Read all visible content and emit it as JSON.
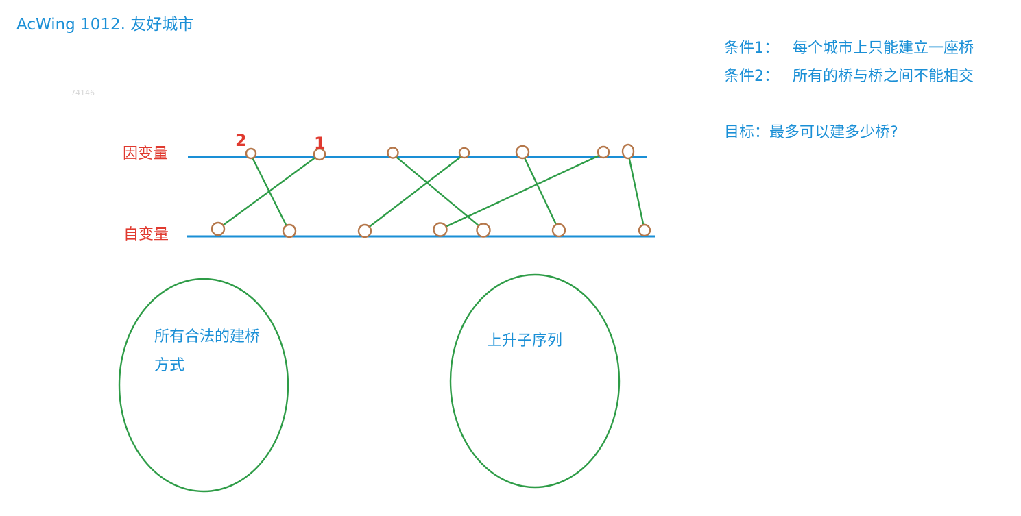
{
  "title": "AcWing 1012. 友好城市",
  "watermark": "74146",
  "conditions": [
    {
      "label": "条件1：",
      "text": "每个城市上只能建立一座桥"
    },
    {
      "label": "条件2：",
      "text": "所有的桥与桥之间不能相交"
    }
  ],
  "goal": "目标：最多可以建多少桥?",
  "axes": {
    "dependent": "因变量",
    "independent": "自变量"
  },
  "annotations": {
    "mark_1": "1",
    "mark_2": "2"
  },
  "sets": {
    "legal": "所有合法的建桥方式",
    "sequence": "上升子序列"
  },
  "colors": {
    "text_blue": "#1a8fd6",
    "text_red": "#e03a2f",
    "axis_line": "#1a8fd6",
    "bridge": "#2e9c47",
    "node": "#b5774a",
    "ellipse": "#2e9c47"
  }
}
